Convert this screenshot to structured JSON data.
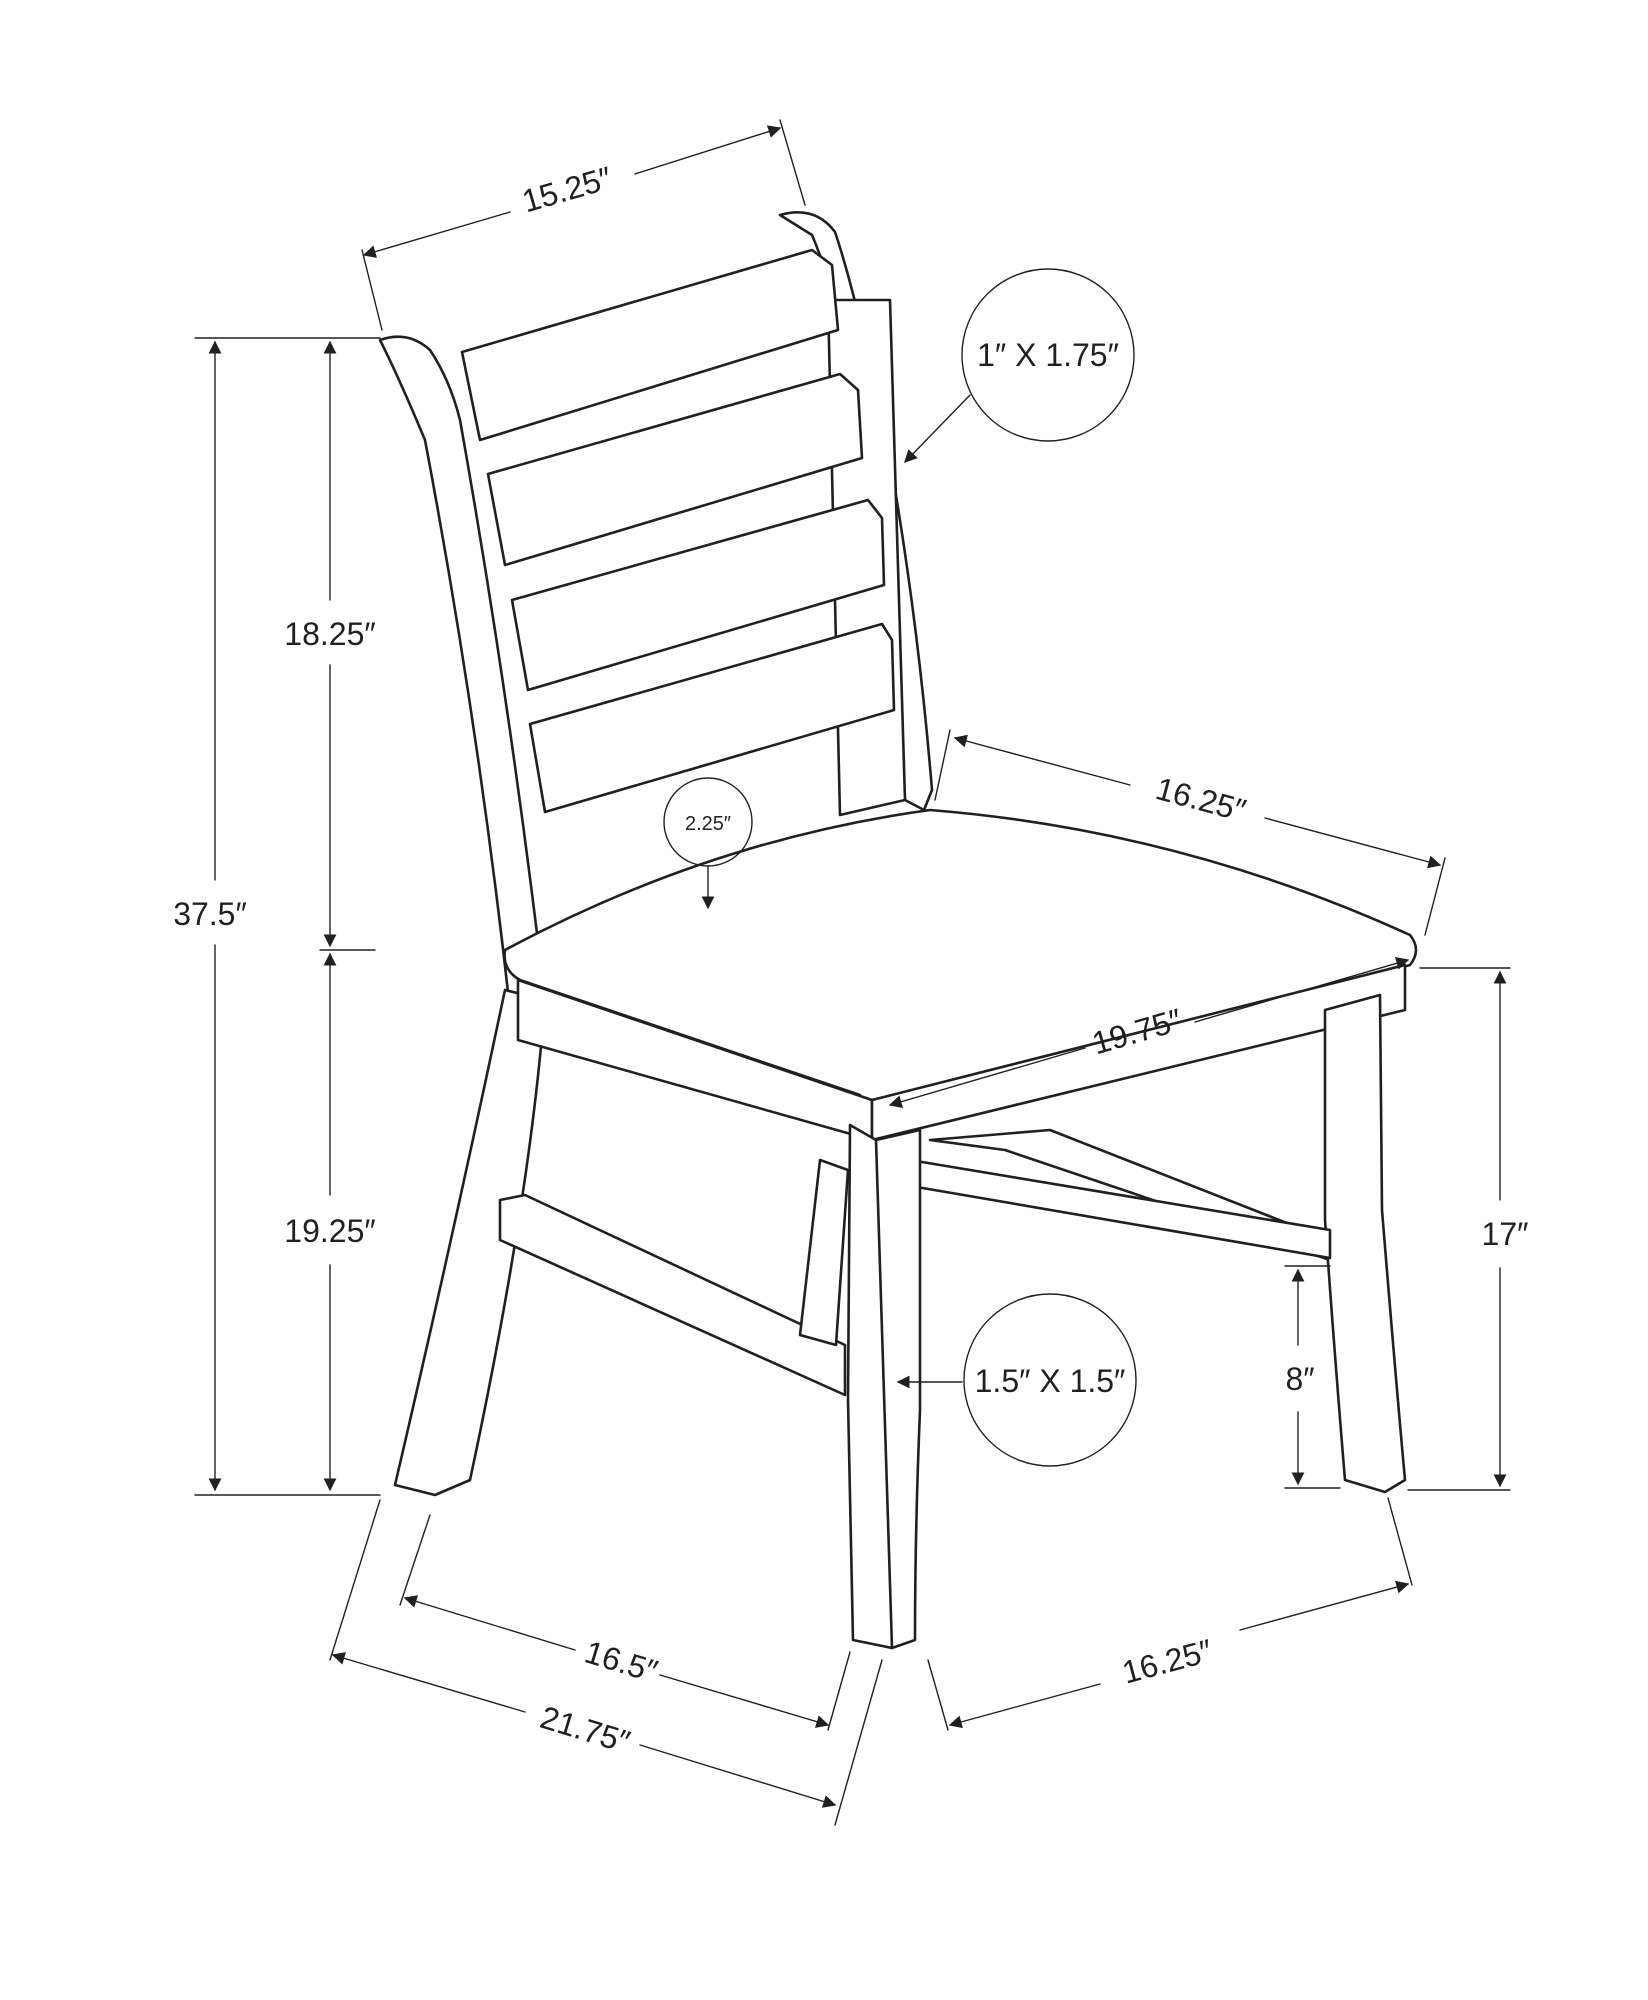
{
  "colors": {
    "ink": "#231f20",
    "background": "#ffffff"
  },
  "dimensions": {
    "top_width": "15.25″",
    "post_section": "1″ X 1.75″",
    "overall_height": "37.5″",
    "back_height": "18.25″",
    "seat_height_side": "19.25″",
    "cushion_thickness": "2.25″",
    "seat_depth": "16.25″",
    "seat_width": "19.75″",
    "seat_height": "17″",
    "stretcher_height": "8″",
    "leg_section": "1.5″ X 1.5″",
    "front_leg_span": "16.5″",
    "overall_width": "21.75″",
    "side_leg_span": "16.25″"
  }
}
